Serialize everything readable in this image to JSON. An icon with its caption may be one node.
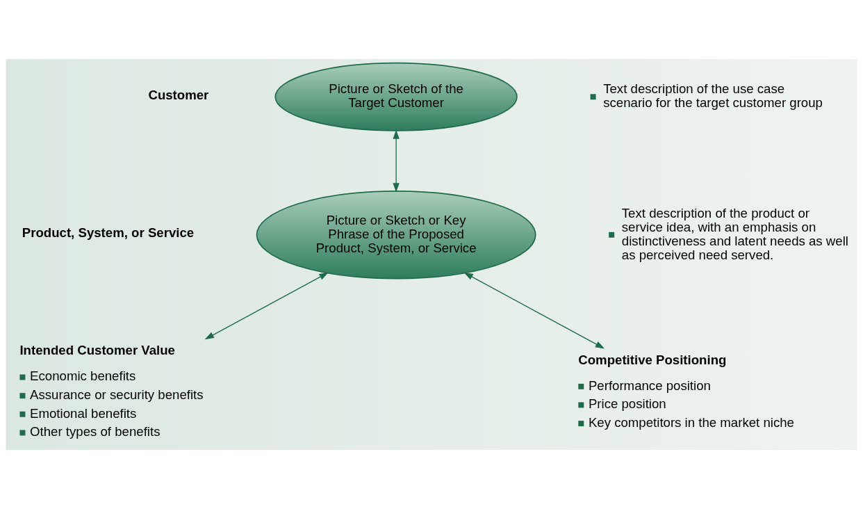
{
  "diagram": {
    "nodes": [
      {
        "text": [
          "Picture or Sketch of the Target Customer"
        ]
      },
      {
        "text": [
          "Picture or Sketch or Key Phrase of the Proposed Product, System, or Service"
        ]
      },
      {
        "text": [
          "Intended Customer Value",
          "Economic benefits",
          "Assurance or security benefits",
          "Emotional benefits",
          "Other types of benefits"
        ]
      },
      {
        "text": [
          "Competitive Positioning",
          "Performance position",
          "Price position",
          "Key competitors in the market niche"
        ]
      }
    ],
    "edges": [
      {
        "from": 0,
        "to": 1,
        "arrow": "both"
      },
      {
        "from": 1,
        "to": 2,
        "arrow": "both"
      },
      {
        "from": 1,
        "to": 3,
        "arrow": "both"
      }
    ],
    "labels": [
      "Customer",
      "Text description of the use case scenario for the target customer group",
      "Product, System, or Service",
      "Text description of the product or service idea, with an emphasis on distinctiveness and latent needs as well as perceived need served."
    ]
  }
}
